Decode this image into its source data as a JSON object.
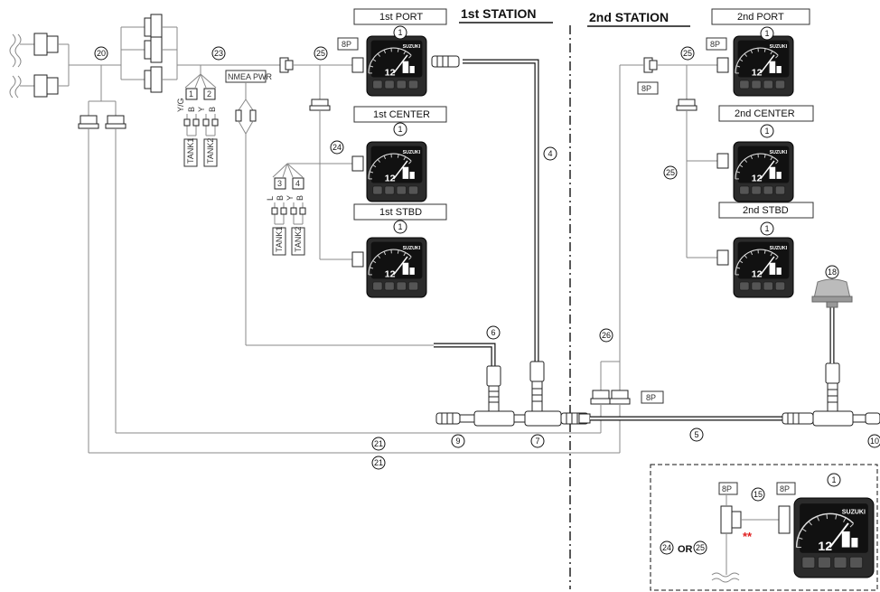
{
  "stations": {
    "first": "1st STATION",
    "second": "2nd STATION"
  },
  "gauge_labels": {
    "port1": "1st PORT",
    "center1": "1st CENTER",
    "stbd1": "1st STBD",
    "port2": "2nd PORT",
    "center2": "2nd CENTER",
    "stbd2": "2nd STBD"
  },
  "tags": {
    "pin8": "8P",
    "nmea_pwr": "NMEA PWR",
    "tank1": "TANK1",
    "tank2": "TANK2",
    "or": "OR",
    "double_star": "**"
  },
  "sender_numbers": [
    "1",
    "2",
    "3",
    "4"
  ],
  "wire_letters": {
    "set_a": [
      "Y/G",
      "B",
      "Y",
      "B"
    ],
    "set_b": [
      "L",
      "B",
      "Y",
      "B"
    ]
  },
  "callouts": {
    "c1": "1",
    "c4": "4",
    "c5": "5",
    "c6": "6",
    "c7": "7",
    "c9": "9",
    "c10": "10",
    "c15": "15",
    "c18": "18",
    "c20": "20",
    "c21": "21",
    "c23": "23",
    "c24": "24",
    "c25": "25",
    "c26": "26"
  },
  "gauge": {
    "brand": "SUZUKI",
    "readout": "12"
  }
}
